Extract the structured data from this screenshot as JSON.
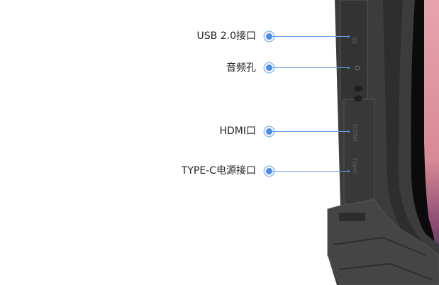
{
  "callouts": [
    {
      "label": "USB 2.0接口",
      "port_marking": "SS"
    },
    {
      "label": "音频孔"
    },
    {
      "label": "HDMI口",
      "port_marking": "HDMI"
    },
    {
      "label": "TYPE-C电源接口",
      "port_marking": "TypeC"
    }
  ],
  "colors": {
    "accent": "#4a8be8",
    "device_body": "#3a3a3a",
    "screen": "#e59aa6"
  }
}
